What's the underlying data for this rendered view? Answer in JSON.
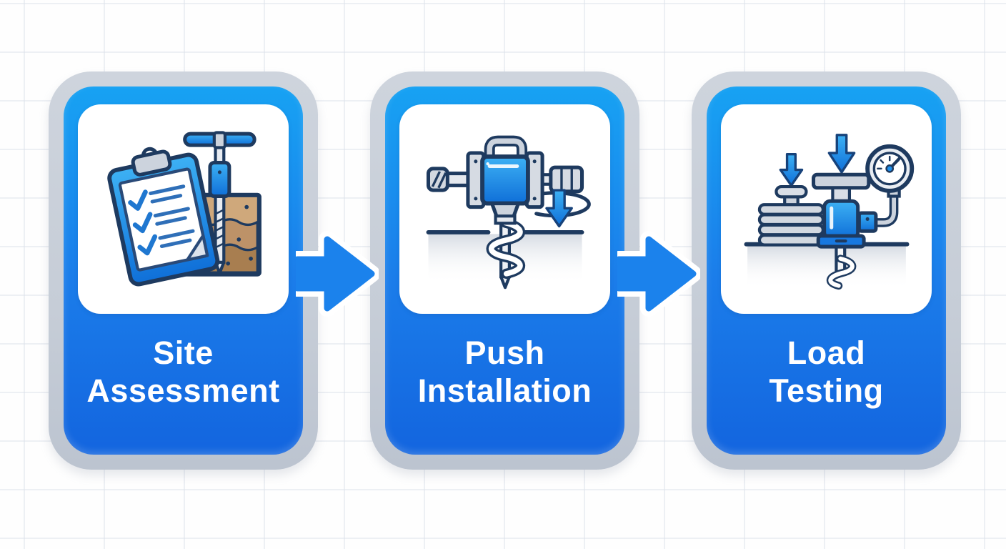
{
  "diagram": {
    "type": "process-flow",
    "step_count": 3,
    "steps": [
      {
        "title_line1": "Site",
        "title_line2": "Assessment",
        "icon": "site-assessment-icon"
      },
      {
        "title_line1": "Push",
        "title_line2": "Installation",
        "icon": "push-installation-icon"
      },
      {
        "title_line1": "Load",
        "title_line2": "Testing",
        "icon": "load-testing-icon"
      }
    ],
    "connectors": [
      {
        "icon": "arrow-right-icon"
      },
      {
        "icon": "arrow-right-icon"
      }
    ]
  },
  "colors": {
    "card_border_gray": "#c6cdd7",
    "card_blue_top": "#17a2f3",
    "card_blue_bottom": "#1365df",
    "arrow_blue": "#1b82ec",
    "panel_white": "#ffffff",
    "title_text": "#ffffff",
    "icon_outline_navy": "#1e3a5f",
    "icon_metal_gray": "#d2d8e0",
    "soil_light": "#cfa87b",
    "soil_mid": "#bd9268",
    "soil_dark": "#a87e50",
    "grid_line": "#e3e7ee"
  }
}
